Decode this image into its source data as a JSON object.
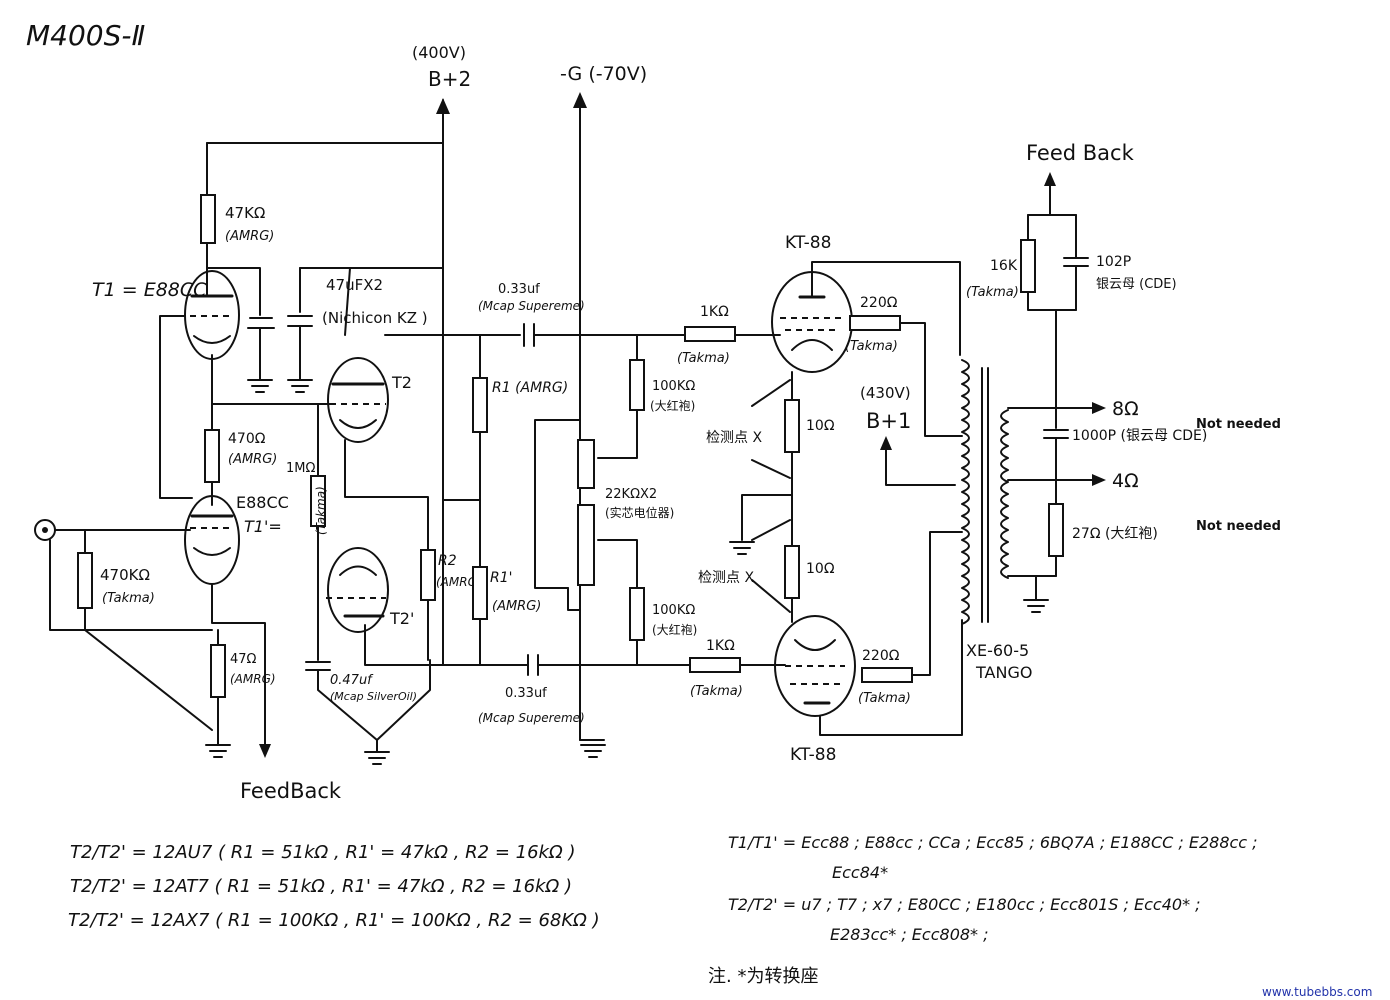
{
  "title": "M400S-Ⅱ",
  "supply": {
    "b2_voltage": "(400V)",
    "b2_label": "B+2",
    "g_label": "-G (-70V)",
    "b1_voltage": "(430V)",
    "b1_label": "B+1"
  },
  "tubes": {
    "t1": "T1 = E88CC",
    "t1p_type": "E88CC",
    "t1p": "T1'=",
    "t2": "T2",
    "t2p": "T2'",
    "kt88_top": "KT-88",
    "kt88_bottom": "KT-88"
  },
  "components": {
    "r_47k": "47KΩ",
    "r_47k_type": "(AMRG)",
    "c_47u": "47uFX2",
    "c_47u_type": "(Nichicon KZ )",
    "r_470": "470Ω",
    "r_470_type": "(AMRG)",
    "r_470k": "470KΩ",
    "r_470k_type": "(Takma)",
    "r_47": "47Ω",
    "r_47_type": "(AMRG)",
    "r_1m": "1MΩ",
    "r_1m_type": "(Takma)",
    "c_047": "0.47uf",
    "c_047_type": "(Mcap SilverOil)",
    "r2": "R2",
    "r2_type": "(AMRG)",
    "r1": "R1 (AMRG)",
    "r1p": "R1'",
    "r1p_type": "(AMRG)",
    "c_033_top": "0.33uf",
    "c_033_top_type": "(Mcap Supereme)",
    "c_033_bot": "0.33uf",
    "c_033_bot_type": "(Mcap Supereme)",
    "r_100k_top": "100KΩ",
    "r_100k_top_type": "(大红袍)",
    "r_100k_bot": "100KΩ",
    "r_100k_bot_type": "(大红袍)",
    "pot": "22KΩX2",
    "pot_type": "(实芯电位器)",
    "r_1k_top": "1KΩ",
    "r_1k_top_type": "(Takma)",
    "r_1k_bot": "1KΩ",
    "r_1k_bot_type": "(Takma)",
    "r_220_top": "220Ω",
    "r_220_top_type": "(Takma)",
    "r_220_bot": "220Ω",
    "r_220_bot_type": "(Takma)",
    "r_10_top": "10Ω",
    "r_10_bot": "10Ω",
    "test_point_top": "检测点 X",
    "test_point_bot": "检测点 X",
    "r_16k": "16K",
    "r_16k_type": "(Takma)",
    "c_102p": "102P",
    "c_102p_type": "银云母 (CDE)",
    "c_1000p": "1000P (银云母 CDE)",
    "r_27": "27Ω (大红袍)",
    "not_needed_1": "Not needed",
    "not_needed_2": "Not needed",
    "transformer": "XE-60-5",
    "transformer_brand": "TANGO",
    "out_8": "8Ω",
    "out_4": "4Ω"
  },
  "feedback": {
    "top": "Feed Back",
    "bottom": "FeedBack"
  },
  "notes": {
    "left_1": "T2/T2' = 12AU7 ( R1 = 51kΩ , R1' = 47kΩ , R2 = 16kΩ )",
    "left_2": "T2/T2' = 12AT7 ( R1 = 51kΩ , R1' = 47kΩ , R2 = 16kΩ )",
    "left_3": "T2/T2' = 12AX7 ( R1 = 100KΩ , R1' = 100KΩ , R2 = 68KΩ )",
    "right_1": "T1/T1' = Ecc88 ; E88cc ; CCa ; Ecc85 ; 6BQ7A ; E188CC ; E288cc ;",
    "right_2": "Ecc84*",
    "right_3": "T2/T2' = u7 ; T7 ; x7 ; E80CC ; E180cc ; Ecc801S ; Ecc40* ;",
    "right_4": "E283cc* ; Ecc808* ;",
    "footnote": "注. *为转换座"
  },
  "watermark": "www.tubebbs.com"
}
